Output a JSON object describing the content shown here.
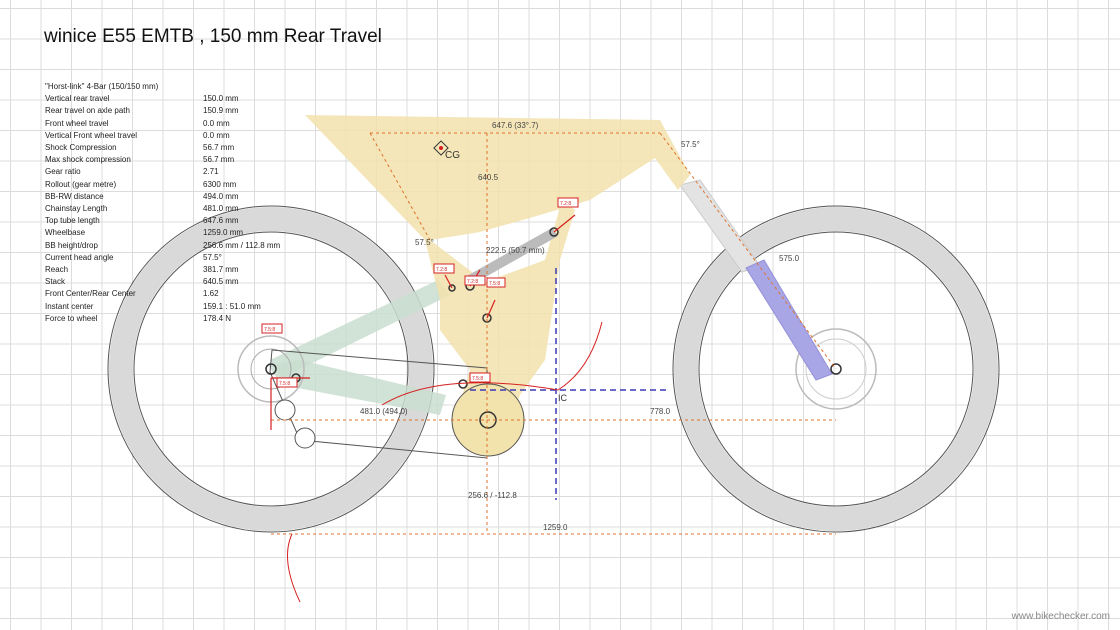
{
  "title": "winice E55 EMTB , 150 mm Rear Travel",
  "specs": [
    {
      "label": "\"Horst-link\" 4-Bar (150/150 mm)",
      "value": ""
    },
    {
      "label": "Vertical rear travel",
      "value": "150.0 mm"
    },
    {
      "label": "Rear travel on axle path",
      "value": "150.9 mm"
    },
    {
      "label": "Front wheel travel",
      "value": "0.0 mm"
    },
    {
      "label": "Vertical Front wheel travel",
      "value": "0.0 mm"
    },
    {
      "label": "Shock Compression",
      "value": "56.7 mm"
    },
    {
      "label": "Max shock compression",
      "value": "56.7 mm"
    },
    {
      "label": "Gear ratio",
      "value": "2.71"
    },
    {
      "label": "Rollout (gear metre)",
      "value": "6300 mm"
    },
    {
      "label": "BB-RW distance",
      "value": "494.0 mm"
    },
    {
      "label": "Chainstay Length",
      "value": "481.0 mm"
    },
    {
      "label": "Top tube length",
      "value": "647.6 mm"
    },
    {
      "label": "Wheelbase",
      "value": "1259.0 mm"
    },
    {
      "label": "BB height/drop",
      "value": "256.6 mm / 112.8 mm"
    },
    {
      "label": "Current head angle",
      "value": "57.5°"
    },
    {
      "label": "Reach",
      "value": "381.7 mm"
    },
    {
      "label": "Stack",
      "value": "640.5 mm"
    },
    {
      "label": "Front Center/Rear Center",
      "value": "1.62"
    },
    {
      "label": "Instant center",
      "value": "159.1 : 51.0 mm"
    },
    {
      "label": "Force to wheel",
      "value": "178.4 N"
    }
  ],
  "dimensions": {
    "top_tube": "647.6 (33°.7)",
    "stack": "640.5",
    "head_angle": "57.5°",
    "seat_angle": "57.5°",
    "shock": "222.5 (50.7 mm)",
    "fork": "575.0",
    "chainstay": "481.0 (494.0)",
    "front_center": "778.0",
    "bb_height": "256.6 / -112.8",
    "wheelbase": "1259.0"
  },
  "markers": {
    "cg": "CG",
    "ic": "IC"
  },
  "force_labels": [
    "7.5:8",
    "7.5:8",
    "7.2:8",
    "7.2:8",
    "7.5:8",
    "7.5:8",
    "7.2:8"
  ],
  "colors": {
    "frame": "#f2e2ab",
    "swingarm": "#c9decf",
    "fork": "#a9a6e6",
    "tire": "#d9d9d9",
    "dim_line": "#e0732d",
    "curve": "#d62020",
    "ic_line": "#3b3bb5"
  },
  "watermark": "www.bikechecker.com"
}
